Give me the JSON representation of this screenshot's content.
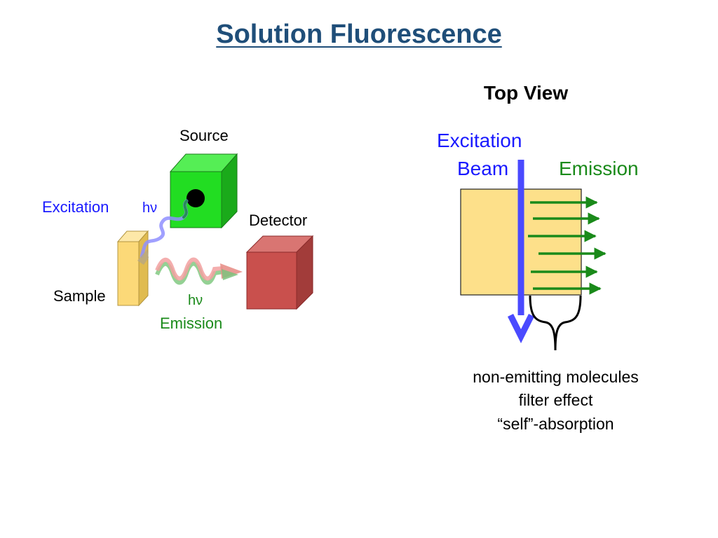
{
  "title": "Solution Fluorescence",
  "left_diagram": {
    "source_label": "Source",
    "detector_label": "Detector",
    "sample_label": "Sample",
    "excitation_label": "Excitation",
    "excitation_photon_label": "hν",
    "emission_photon_label": "hν",
    "emission_label": "Emission"
  },
  "right_diagram": {
    "heading": "Top View",
    "excitation_beam_label_line1": "Excitation",
    "excitation_beam_label_line2": "Beam",
    "emission_label": "Emission",
    "notes": [
      "non-emitting molecules",
      "filter effect",
      "“self”-absorption"
    ]
  },
  "colors": {
    "title": "#1f4e79",
    "excitation": "#1a1aff",
    "emission": "#1a8a1a",
    "source_box": "#22dd22",
    "detector_box": "#c9504d",
    "sample": "#fcd978",
    "beam": "#4a4aff"
  }
}
